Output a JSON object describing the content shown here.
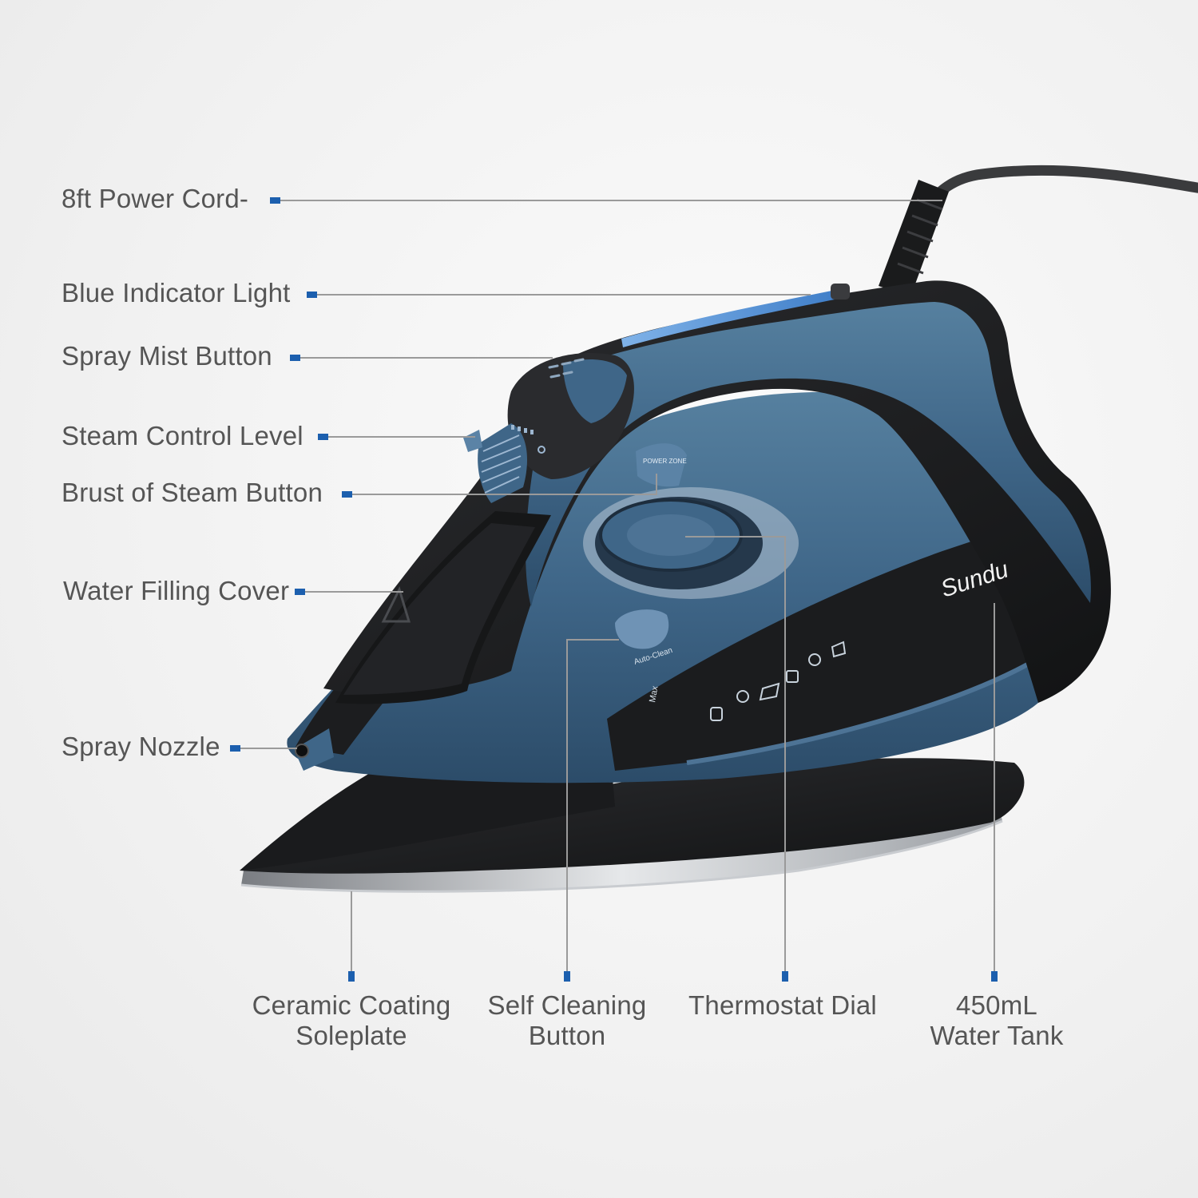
{
  "colors": {
    "accent": "#1c5fae",
    "body_blue": "#3f6688",
    "body_black": "#1c1d1f",
    "leader_line": "#9a9a9a"
  },
  "brand": "Sundu",
  "iron_markings": {
    "power_zone": "POWER ZONE",
    "auto_clean": "Auto-Clean",
    "max": "Max"
  },
  "labels": {
    "power_cord": "8ft Power Cord-",
    "indicator_light": "Blue Indicator Light",
    "spray_mist_button": "Spray Mist Button",
    "steam_control_level": "Steam Control Level",
    "burst_steam_button": "Brust of Steam Button",
    "water_filling_cover": "Water Filling Cover",
    "spray_nozzle": "Spray Nozzle",
    "soleplate": [
      "Ceramic Coating",
      "Soleplate"
    ],
    "self_cleaning": [
      "Self Cleaning",
      "Button"
    ],
    "thermostat_dial": [
      "Thermostat Dial"
    ],
    "water_tank": [
      "450mL",
      "Water Tank"
    ]
  }
}
